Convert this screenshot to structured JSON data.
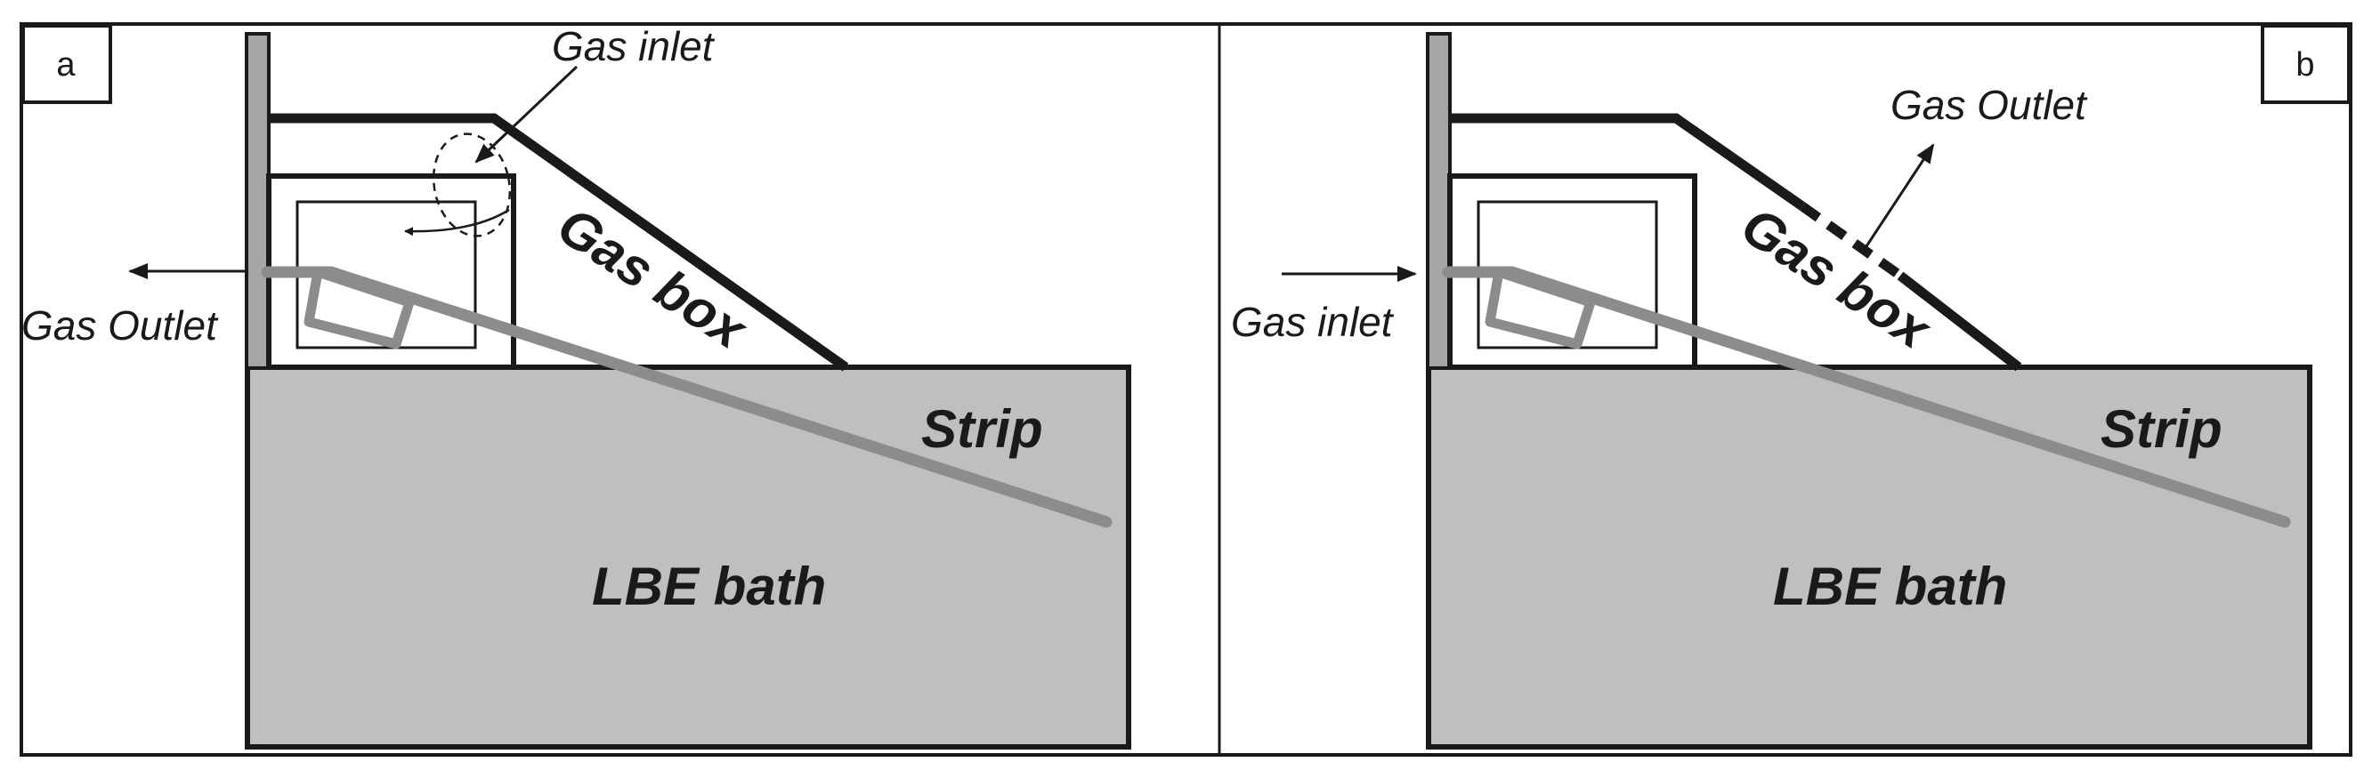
{
  "panels": [
    {
      "letter": "a",
      "gas_inlet_label": "Gas inlet",
      "gas_outlet_label": "Gas Outlet",
      "gas_box_label": "Gas box",
      "strip_label": "Strip",
      "bath_label": "LBE bath"
    },
    {
      "letter": "b",
      "gas_inlet_label": "Gas inlet",
      "gas_outlet_label": "Gas Outlet",
      "gas_box_label": "Gas box",
      "strip_label": "Strip",
      "bath_label": "LBE bath"
    }
  ],
  "colors": {
    "bath_fill": "#bfbfbf",
    "strip": "#8c8c8c",
    "outline": "#1a1a1a",
    "wall": "#a6a6a6"
  }
}
